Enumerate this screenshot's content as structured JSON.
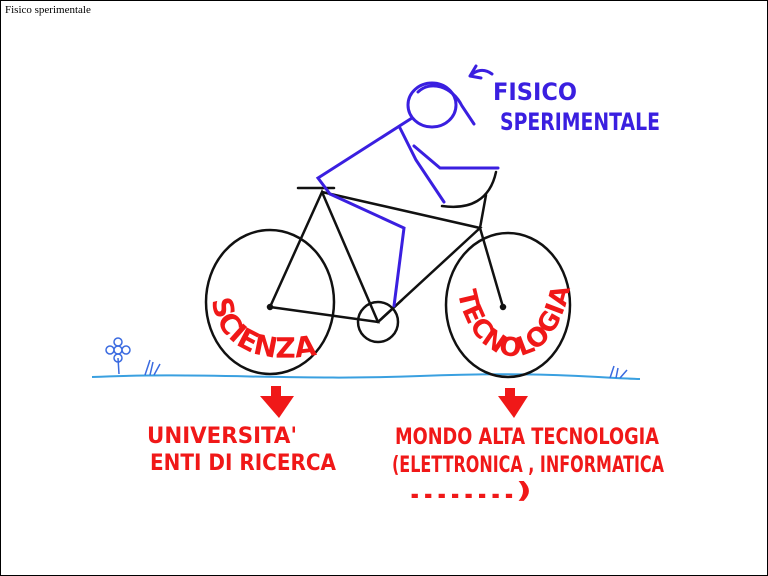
{
  "window": {
    "title": "Fisico sperimentale"
  },
  "figure": {
    "rider_label_line1": "FISICO",
    "rider_label_line2": "SPERIMENTALE",
    "rear_wheel_label": "SCIENZA",
    "front_wheel_label": "TECNOLOGIA",
    "science_line1": "UNIVERSITA'",
    "science_line2": "ENTI DI RICERCA",
    "tech_line1": "MONDO ALTA TECNOLOGIA",
    "tech_line2": "(ELETTRONICA , INFORMATICA",
    "tech_line3": "........)"
  },
  "colors": {
    "blue": "#3a1fe0",
    "red": "#f01818",
    "black": "#111111",
    "ground": "#3aa0e0"
  }
}
